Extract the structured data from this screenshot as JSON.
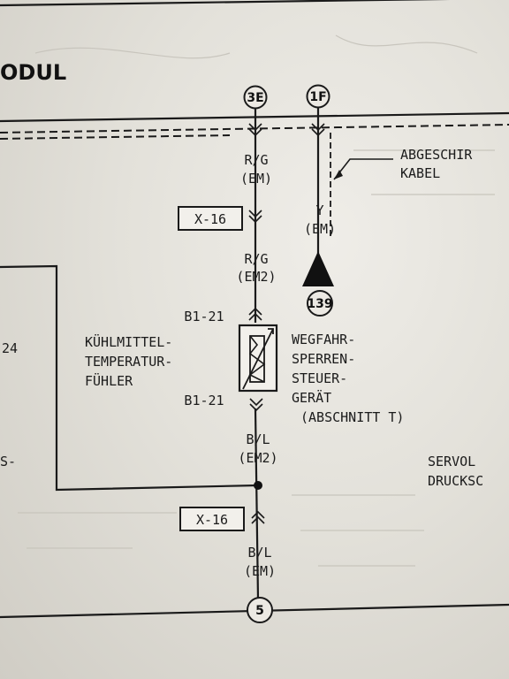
{
  "module_header": "ODUL",
  "connectors": {
    "top_left": "3E",
    "top_right": "1F",
    "bottom": "5",
    "ref_circle": "139"
  },
  "wires": {
    "rg_em": [
      "R/G",
      "(EM)"
    ],
    "rg_em2": [
      "R/G",
      "(EM2)"
    ],
    "y_em": [
      "Y",
      "(EM)"
    ],
    "bl_em2": [
      "B/L",
      "(EM2)"
    ],
    "bl_em": [
      "B/L",
      "(EM)"
    ]
  },
  "junctions": {
    "upper": "X-16",
    "lower": "X-16"
  },
  "pins": {
    "top": "B1-21",
    "bottom": "B1-21"
  },
  "component_left": [
    "KÜHLMITTEL-",
    "TEMPERATUR-",
    "FÜHLER"
  ],
  "component_right": [
    "WEGFAHR-",
    "SPERREN-",
    "STEUER-",
    "GERÄT",
    "(ABSCHNITT T)"
  ],
  "shield_label": [
    "ABGESCHIR",
    "KABEL"
  ],
  "servo_label": [
    "SERVOL",
    "DRUCKSC"
  ],
  "left_fragments": [
    "24",
    "S-"
  ]
}
